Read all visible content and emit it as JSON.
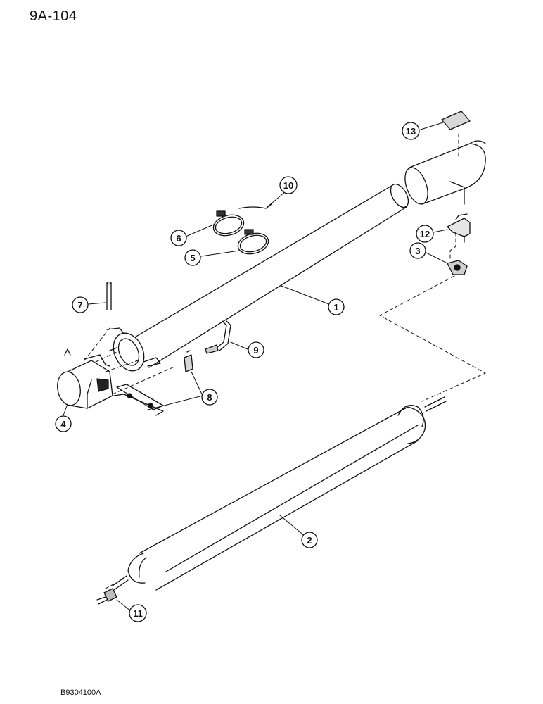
{
  "page_ref": "9A-104",
  "drawing_code": "B9304100A",
  "callouts": [
    {
      "id": "1",
      "label": "1"
    },
    {
      "id": "2",
      "label": "2"
    },
    {
      "id": "3",
      "label": "3"
    },
    {
      "id": "4",
      "label": "4"
    },
    {
      "id": "5",
      "label": "5"
    },
    {
      "id": "6",
      "label": "6"
    },
    {
      "id": "7",
      "label": "7"
    },
    {
      "id": "8",
      "label": "8"
    },
    {
      "id": "9",
      "label": "9"
    },
    {
      "id": "10",
      "label": "10"
    },
    {
      "id": "11",
      "label": "11"
    },
    {
      "id": "12",
      "label": "12"
    },
    {
      "id": "13",
      "label": "13"
    }
  ]
}
